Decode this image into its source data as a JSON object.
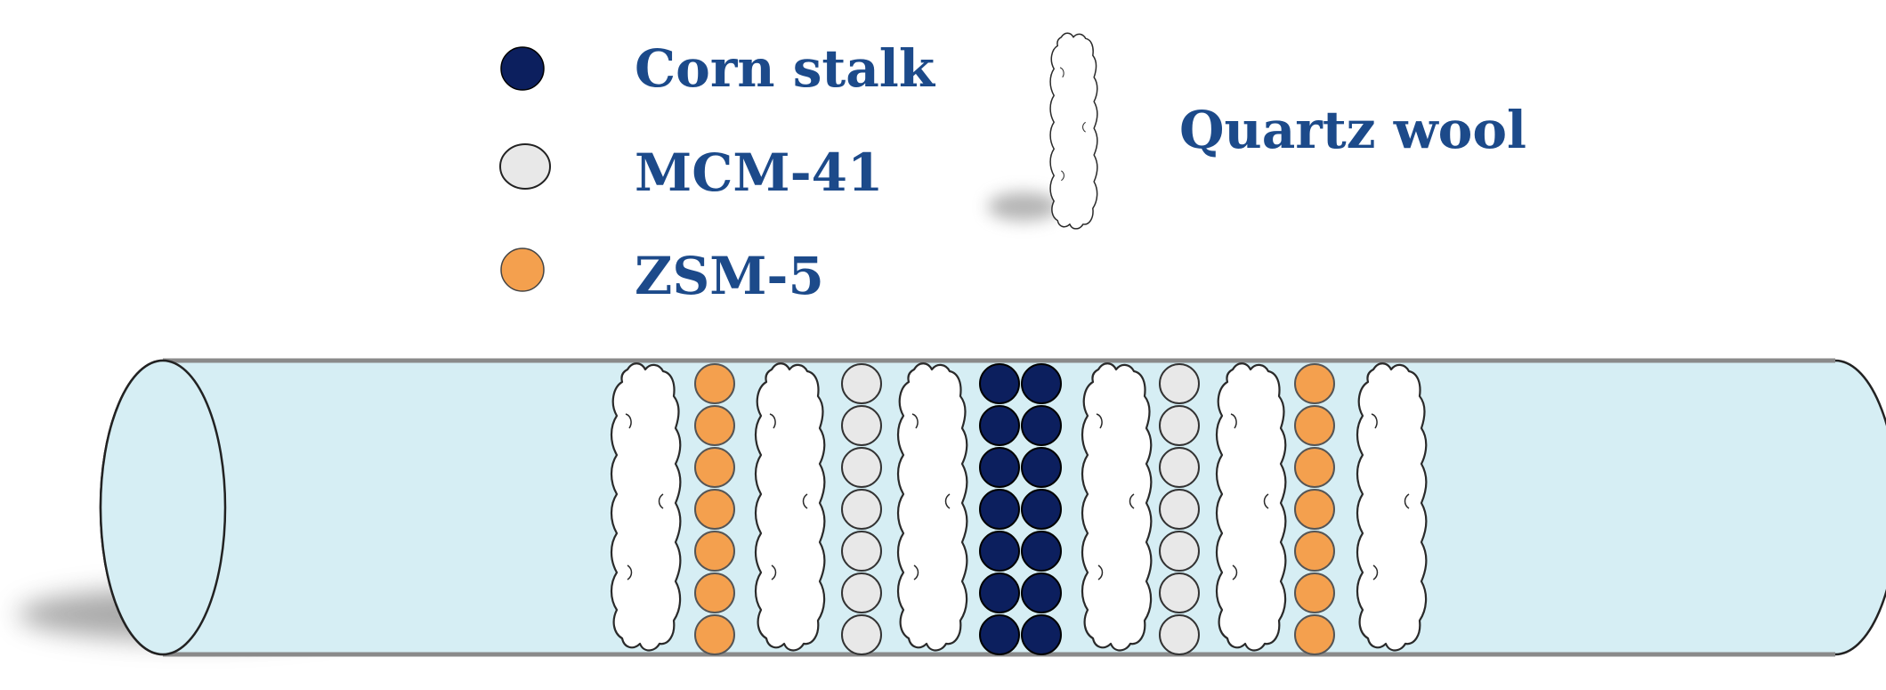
{
  "legend": {
    "corn_stalk": {
      "label": "Corn stalk",
      "color": "#0c1f5e"
    },
    "mcm41": {
      "label": "MCM-41",
      "color": "#e8e8e8"
    },
    "zsm5": {
      "label": "ZSM-5",
      "color": "#f4a04e"
    },
    "quartz_wool": {
      "label": "Quartz wool",
      "color": "#ffffff"
    }
  },
  "reactor": {
    "tube_color": "#d6eef4",
    "bed_order": [
      "quartz_wool",
      "zsm5",
      "quartz_wool",
      "mcm41",
      "quartz_wool",
      "corn_stalk",
      "quartz_wool",
      "mcm41",
      "quartz_wool",
      "zsm5",
      "quartz_wool"
    ],
    "zsm5_particles_per_column": 7,
    "mcm41_particles_per_column": 7,
    "corn_stalk_columns": 2,
    "corn_stalk_particles_per_column": 7
  }
}
